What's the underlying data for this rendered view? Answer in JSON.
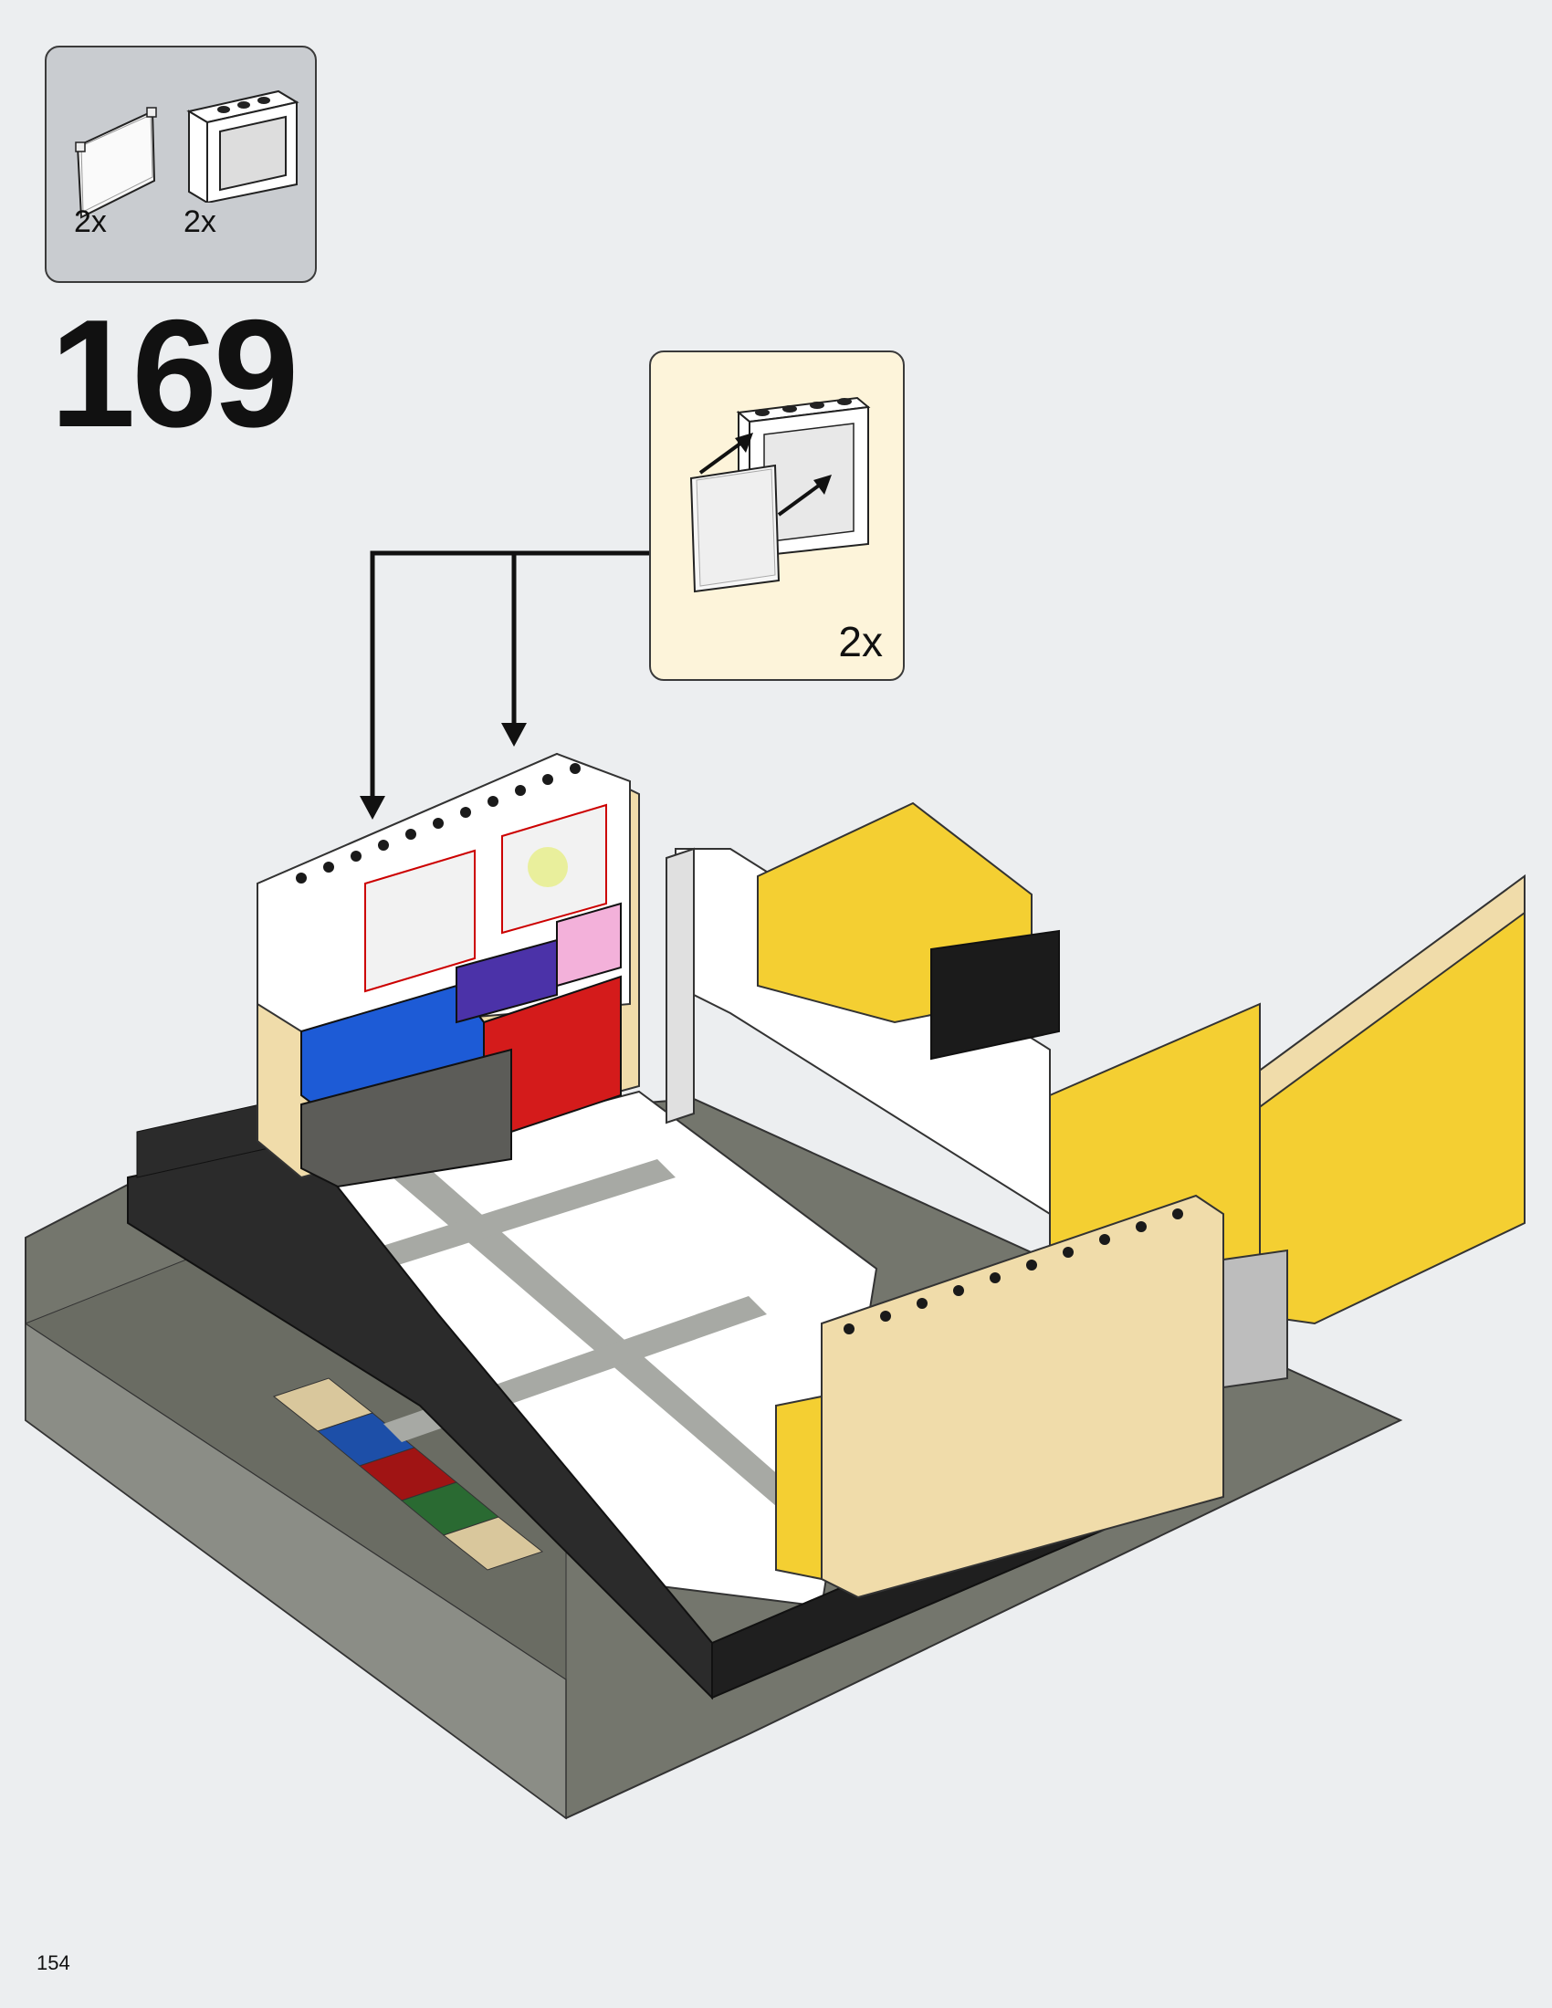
{
  "step": {
    "number": "169"
  },
  "parts_list": {
    "items": [
      {
        "name": "window-glass-icon",
        "quantity": "2x"
      },
      {
        "name": "window-frame-icon",
        "quantity": "2x"
      }
    ]
  },
  "callout": {
    "quantity": "2x"
  },
  "page": {
    "number": "154"
  },
  "colors": {
    "background": "#eceef0",
    "parts_box": "#c9ccd0",
    "callout_box": "#fdf4da",
    "yellow": "#f4cf32",
    "tan": "#f0dcaa",
    "white_brick": "#ffffff",
    "blue": "#1d5bd6",
    "red": "#d41b1b",
    "dark_gray": "#505050",
    "baseplate": "#76786f"
  }
}
